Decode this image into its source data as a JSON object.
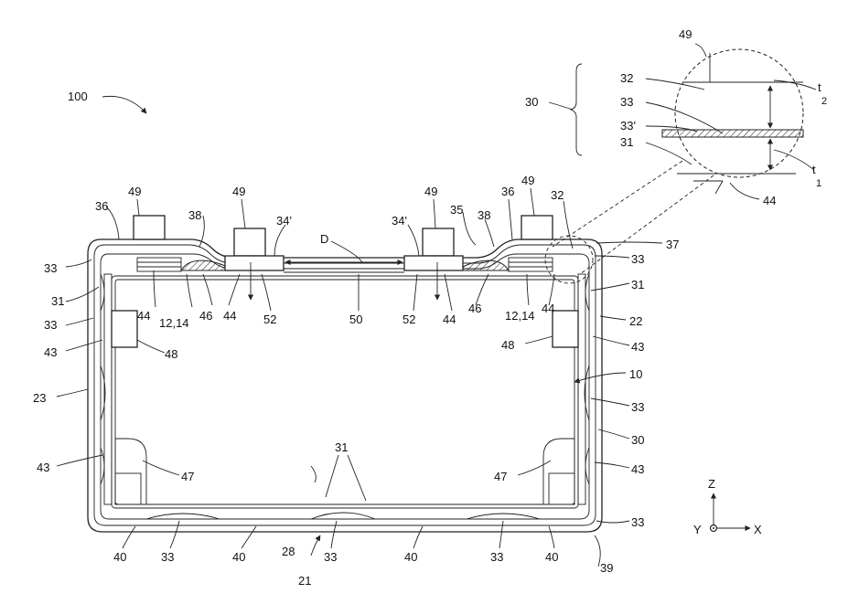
{
  "labels": {
    "fig": "100",
    "top": {
      "l36": "36",
      "l49a": "49",
      "l38a": "38",
      "l49b": "49",
      "l34a": "34'",
      "lD": "D",
      "l34b": "34'",
      "l49c": "49",
      "l35": "35",
      "l38b": "38",
      "l36b": "36",
      "l49d": "49",
      "l32": "32",
      "l37": "37"
    },
    "left": {
      "l33a": "33",
      "l31": "31",
      "l33b": "33",
      "l43a": "43",
      "l23": "23",
      "l43b": "43"
    },
    "inner": {
      "l44a": "44",
      "l1214a": "12,14",
      "l46a": "46",
      "l44b": "44",
      "l52a": "52",
      "l50": "50",
      "l52b": "52",
      "l44c": "44",
      "l46b": "46",
      "l1214b": "12,14",
      "l44d": "44",
      "l48a": "48",
      "l48b": "48",
      "l47a": "47",
      "l47b": "47",
      "l31c": "31",
      "l28": "28"
    },
    "right": {
      "l33c": "33",
      "l31b": "31",
      "l22": "22",
      "l43c": "43",
      "l10": "10",
      "l33d": "33",
      "l30b": "30",
      "l43d": "43",
      "l33e": "33",
      "l39": "39"
    },
    "bottom": {
      "l40a": "40",
      "l33f": "33",
      "l40b": "40",
      "l28b": "28",
      "l33g": "33",
      "l40c": "40",
      "l33h": "33",
      "l40d": "40",
      "l21": "21"
    },
    "inset": {
      "l49": "49",
      "l30": "30",
      "l32": "32",
      "l33": "33",
      "l33p": "33'",
      "l31": "31",
      "l44": "44",
      "t2": "t",
      "t2sub": "2",
      "t1": "t",
      "t1sub": "1"
    },
    "axes": {
      "z": "Z",
      "y": "Y",
      "x": "X"
    }
  }
}
